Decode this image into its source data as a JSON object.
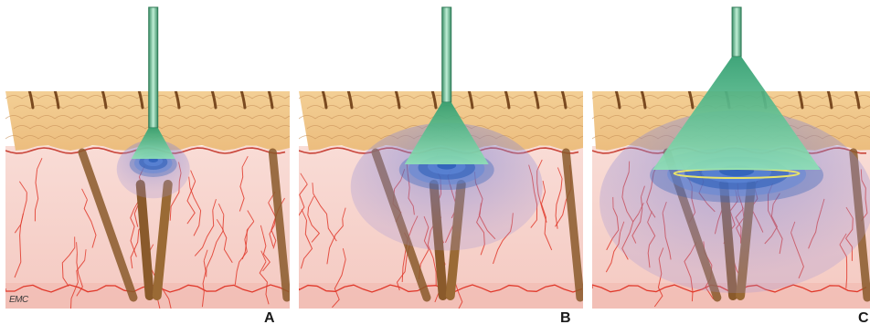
{
  "figure": {
    "signature": "EMC",
    "panels": [
      {
        "label": "A"
      },
      {
        "label": "B"
      },
      {
        "label": "C"
      }
    ]
  },
  "colors": {
    "epidermis": "#f0c98e",
    "dermis": "#f7d6cf",
    "vessels": "#e0392b",
    "hair": "#8a5a2b",
    "beam": "#4fb58a",
    "energy_core": "#2e5fb8",
    "energy_halo": "#8a8fd8"
  }
}
